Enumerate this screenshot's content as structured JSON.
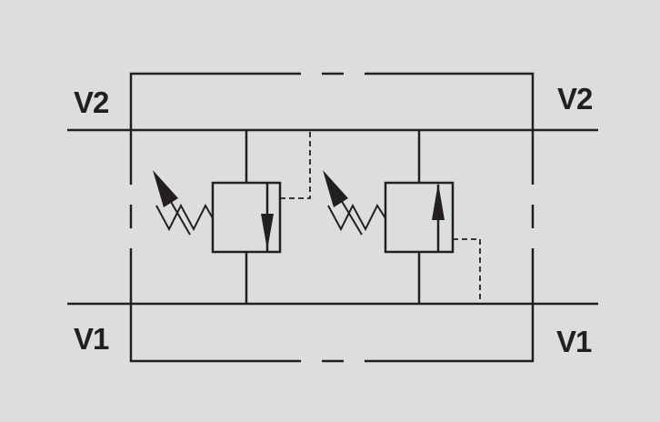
{
  "diagram": {
    "type": "hydraulic schematic - dual cross relief valve",
    "ports": {
      "v2_left": "V2",
      "v2_right": "V2",
      "v1_left": "V1",
      "v1_right": "V1"
    },
    "colors": {
      "background": "#dcdddf",
      "line": "#231f20"
    }
  }
}
